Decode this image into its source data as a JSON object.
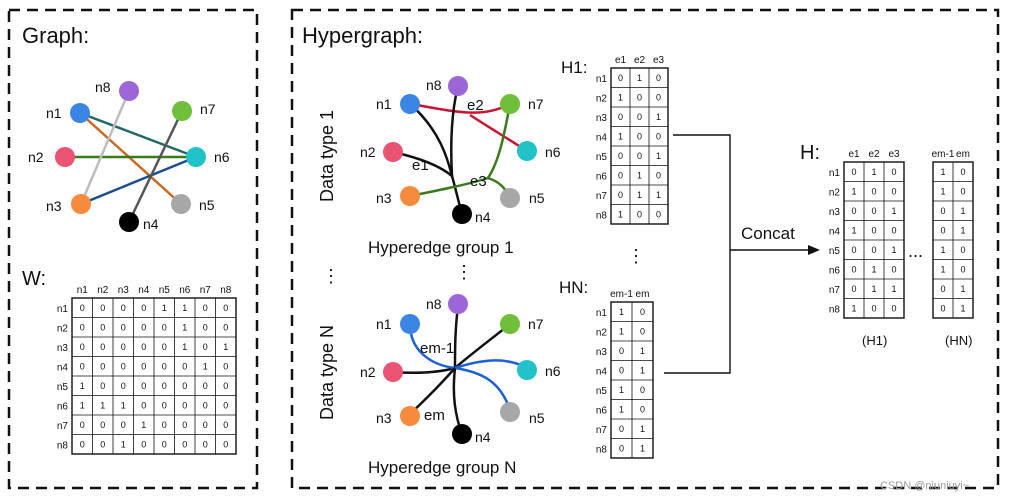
{
  "graph_panel": {
    "title": "Graph:",
    "nodes": [
      "n1",
      "n2",
      "n3",
      "n4",
      "n5",
      "n6",
      "n7",
      "n8"
    ],
    "w_label": "W:",
    "w_matrix": [
      [
        "0",
        "0",
        "0",
        "0",
        "1",
        "1",
        "0",
        "0"
      ],
      [
        "0",
        "0",
        "0",
        "0",
        "0",
        "1",
        "0",
        "0"
      ],
      [
        "0",
        "0",
        "0",
        "0",
        "0",
        "1",
        "0",
        "1"
      ],
      [
        "0",
        "0",
        "0",
        "0",
        "0",
        "0",
        "1",
        "0"
      ],
      [
        "1",
        "0",
        "0",
        "0",
        "0",
        "0",
        "0",
        "0"
      ],
      [
        "1",
        "1",
        "1",
        "0",
        "0",
        "0",
        "0",
        "0"
      ],
      [
        "0",
        "0",
        "0",
        "1",
        "0",
        "0",
        "0",
        "0"
      ],
      [
        "0",
        "0",
        "1",
        "0",
        "0",
        "0",
        "0",
        "0"
      ]
    ]
  },
  "hyper_panel": {
    "title": "Hypergraph:",
    "data_type_1": "Data type 1",
    "data_type_n": "Data type N",
    "group_1": "Hyperedge group 1",
    "group_n": "Hyperedge group N",
    "edges_top": [
      "e1",
      "e2",
      "e3"
    ],
    "edges_bottom": [
      "em-1",
      "em"
    ],
    "h1_label": "H1:",
    "h1_cols": [
      "e1",
      "e2",
      "e3"
    ],
    "h1_matrix": [
      [
        "0",
        "1",
        "0"
      ],
      [
        "1",
        "0",
        "0"
      ],
      [
        "0",
        "0",
        "1"
      ],
      [
        "1",
        "0",
        "0"
      ],
      [
        "0",
        "0",
        "1"
      ],
      [
        "0",
        "1",
        "0"
      ],
      [
        "0",
        "1",
        "1"
      ],
      [
        "1",
        "0",
        "0"
      ]
    ],
    "hn_label": "HN:",
    "hn_cols": [
      "em-1",
      "em"
    ],
    "hn_matrix": [
      [
        "1",
        "0"
      ],
      [
        "1",
        "0"
      ],
      [
        "0",
        "1"
      ],
      [
        "0",
        "1"
      ],
      [
        "1",
        "0"
      ],
      [
        "1",
        "0"
      ],
      [
        "0",
        "1"
      ],
      [
        "0",
        "1"
      ]
    ],
    "concat": "Concat",
    "h_label": "H:",
    "h_cap_1": "(H1)",
    "h_cap_n": "(HN)",
    "ellipsis": "...",
    "watermark": "CSDN @niuniuyi~"
  },
  "colors": {
    "n1": "#3b86e4",
    "n2": "#ea5474",
    "n3": "#f68b3c",
    "n4": "#000000",
    "n5": "#a7a7a7",
    "n6": "#21c2c8",
    "n7": "#6fbf3a",
    "n8": "#9b66d6",
    "edge_red": "#c8142f",
    "edge_green": "#3a7a1c",
    "edge_blue": "#1d5fd6",
    "edge_orange": "#c96a20",
    "edge_navy": "#1c4c8c",
    "edge_gray": "#bdbdbd"
  }
}
